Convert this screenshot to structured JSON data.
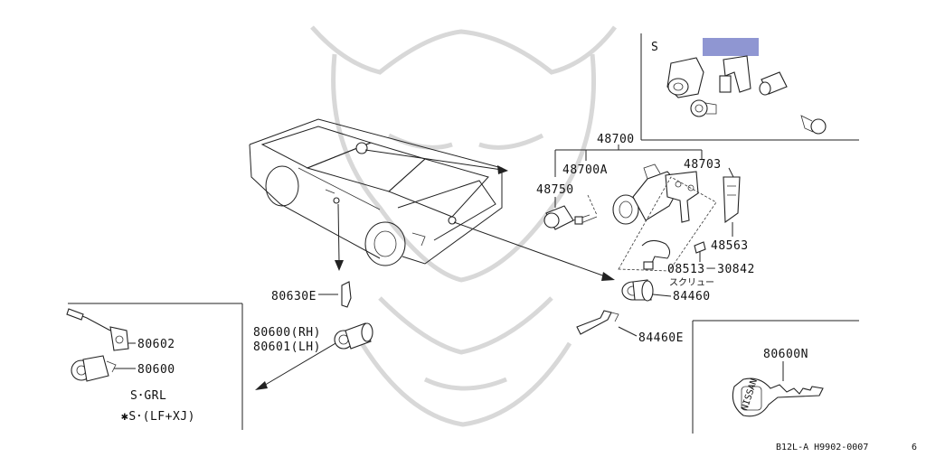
{
  "labels": {
    "inset_s": "S",
    "p48700": "48700",
    "p48700a": "48700A",
    "p48703": "48703",
    "p48750": "48750",
    "p48563": "48563",
    "p08513": "08513－30842",
    "screw_note": "スクリュー",
    "p84460": "84460",
    "p84460e": "84460E",
    "p80630e": "80630E",
    "p80600rh": "80600(RH)",
    "p80601lh": "80601(LH)",
    "p80602": "80602",
    "p80600": "80600",
    "note_sgrl": "S･GRL",
    "note_slfxj": "✱S･(LF+XJ)",
    "p80600n": "80600N",
    "key_brand": "NISSAN",
    "diagram_code": "B12L-A H9902-0007",
    "corner_mark": "6"
  },
  "colors": {
    "line": "#222222",
    "highlight": "#8f96d2",
    "watermark": "#d8d8d8"
  }
}
